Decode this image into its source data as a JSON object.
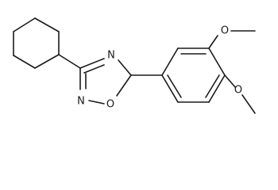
{
  "molecule": {
    "atoms": {
      "n4": "N",
      "n2": "N",
      "o1": "O",
      "o_meta": "O",
      "o_para": "O"
    }
  }
}
